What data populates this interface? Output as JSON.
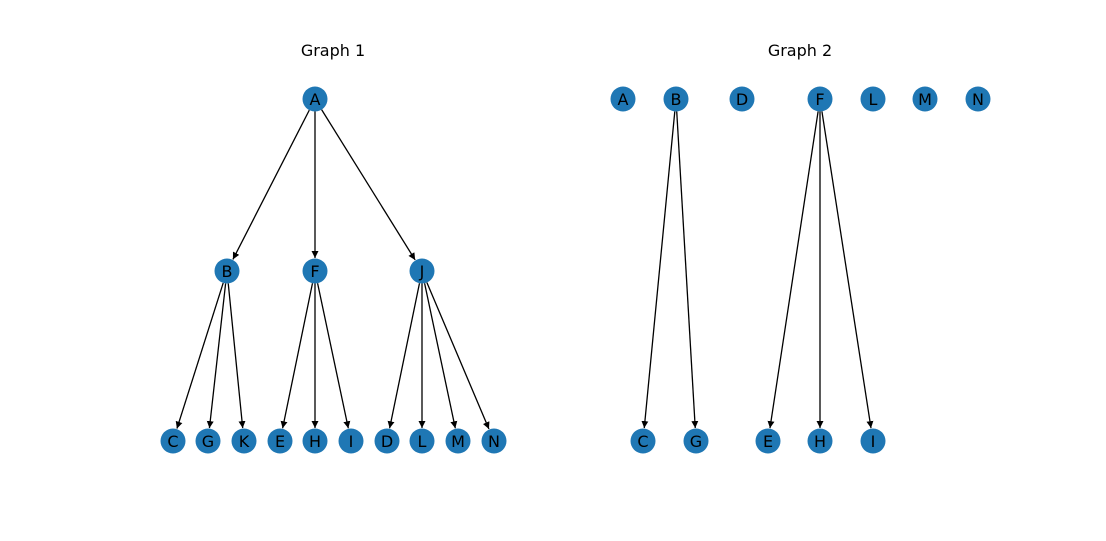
{
  "node_color": "#1f77b4",
  "edge_color": "#000000",
  "graphs": [
    {
      "title": "Graph 1",
      "nodes": [
        "A",
        "B",
        "F",
        "J",
        "C",
        "G",
        "K",
        "E",
        "H",
        "I",
        "D",
        "L",
        "M",
        "N"
      ],
      "edges": [
        [
          "A",
          "B"
        ],
        [
          "A",
          "F"
        ],
        [
          "A",
          "J"
        ],
        [
          "B",
          "C"
        ],
        [
          "B",
          "G"
        ],
        [
          "B",
          "K"
        ],
        [
          "F",
          "E"
        ],
        [
          "F",
          "H"
        ],
        [
          "F",
          "I"
        ],
        [
          "J",
          "D"
        ],
        [
          "J",
          "L"
        ],
        [
          "J",
          "M"
        ],
        [
          "J",
          "N"
        ]
      ]
    },
    {
      "title": "Graph 2",
      "nodes": [
        "A",
        "B",
        "D",
        "F",
        "L",
        "M",
        "N",
        "C",
        "G",
        "E",
        "H",
        "I"
      ],
      "edges": [
        [
          "B",
          "C"
        ],
        [
          "B",
          "G"
        ],
        [
          "F",
          "E"
        ],
        [
          "F",
          "H"
        ],
        [
          "F",
          "I"
        ]
      ]
    }
  ]
}
